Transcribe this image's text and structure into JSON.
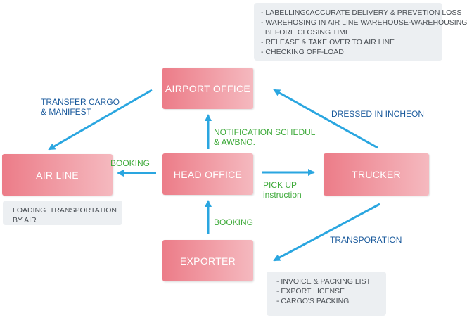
{
  "nodes": {
    "airport_office": "AIRPORT OFFICE",
    "air_line": "AIR LINE",
    "head_office": "HEAD OFFICE",
    "trucker": "TRUCKER",
    "exporter": "EXPORTER"
  },
  "labels": {
    "transfer_cargo": "TRANSFER CARGO",
    "manifest": "& MANIFEST",
    "dressed": "DRESSED IN INCHEON",
    "notification_1": "NOTIFICATION SCHEDUL",
    "notification_2": "& AWBNO.",
    "booking_left": "BOOKING",
    "pickup_1": "PICK UP",
    "pickup_2": "instruction",
    "booking_bottom": "BOOKING",
    "transporation": "TRANSPORATION"
  },
  "notes": {
    "top_right": [
      "- LABELLING0ACCURATE DELIVERY & PREVETION LOSS",
      "- WAREHOSING IN AIR LINE WAREHOUSE-WAREHOUSING",
      "  BEFORE CLOSING TIME",
      "- RELEASE & TAKE OVER TO AIR LINE",
      "- CHECKING OFF-LOAD"
    ],
    "air_line": [
      "LOADING  TRANSPORTATION",
      "BY AIR"
    ],
    "exporter": [
      "- INVOICE & PACKING LIST",
      "- EXPORT LICENSE",
      "- CARGO'S PACKING"
    ]
  },
  "colors": {
    "node_gradient_start": "#ec7c88",
    "node_gradient_end": "#f5b9bf",
    "arrow": "#2aa6e0",
    "label_blue": "#1a5a9c",
    "label_green": "#3eaa3a",
    "note_bg": "#eceff2"
  }
}
